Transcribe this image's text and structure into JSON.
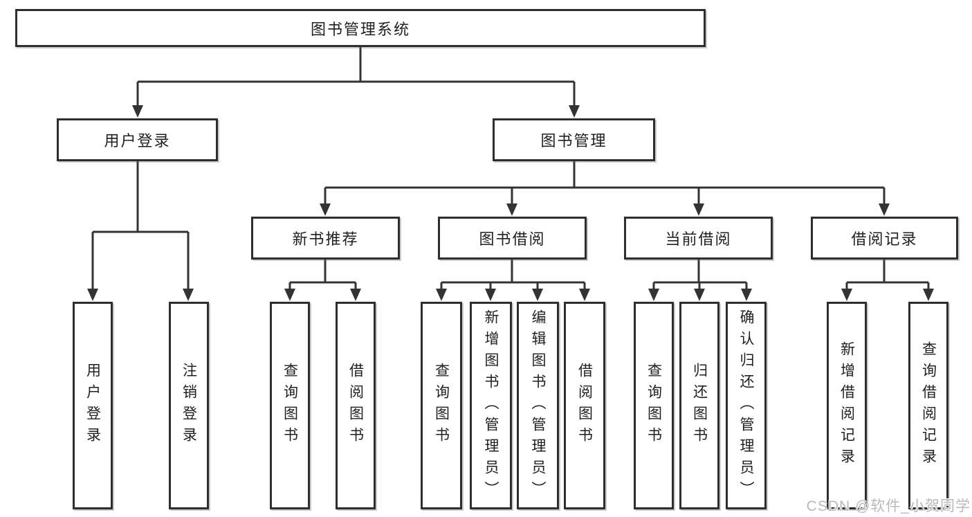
{
  "nodes": {
    "root": "图书管理系统",
    "user_login": "用户登录",
    "book_mgmt": "图书管理",
    "new_book_rec": "新书推荐",
    "book_borrow": "图书借阅",
    "current_borrow": "当前借阅",
    "borrow_records": "借阅记录",
    "leaf_user_login": "用户登录",
    "leaf_logout": "注销登录",
    "leaf_nb_query": "查询图书",
    "leaf_nb_borrow": "借阅图书",
    "leaf_bb_query": "查询图书",
    "leaf_bb_add": "新增图书（管理员）",
    "leaf_bb_edit": "编辑图书（管理员）",
    "leaf_bb_borrow": "借阅图书",
    "leaf_cb_query": "查询图书",
    "leaf_cb_return": "归还图书",
    "leaf_cb_confirm": "确认归还（管理员）",
    "leaf_br_add": "新增借阅记录",
    "leaf_br_query": "查询借阅记录"
  },
  "hierarchy": {
    "图书管理系统": {
      "用户登录": [
        "用户登录",
        "注销登录"
      ],
      "图书管理": {
        "新书推荐": [
          "查询图书",
          "借阅图书"
        ],
        "图书借阅": [
          "查询图书",
          "新增图书（管理员）",
          "编辑图书（管理员）",
          "借阅图书"
        ],
        "当前借阅": [
          "查询图书",
          "归还图书",
          "确认归还（管理员）"
        ],
        "借阅记录": [
          "新增借阅记录",
          "查询借阅记录"
        ]
      }
    }
  },
  "watermark": "CSDN @软件_小贺同学",
  "colors": {
    "line": "#333333",
    "box_border": "#2e2e2e",
    "text": "#1f1f1f",
    "background": "#ffffff",
    "watermark": "#b7b9bc"
  }
}
